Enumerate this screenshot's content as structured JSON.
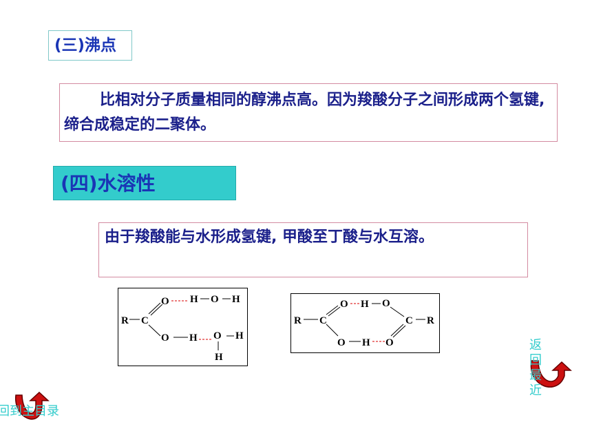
{
  "section3": {
    "title": "(三)沸点"
  },
  "para1": {
    "text": "比相对分子质量相同的醇沸点高。因为羧酸分子之间形成两个氢键, 缔合成稳定的二聚体。"
  },
  "section4": {
    "title": "(四)水溶性"
  },
  "para2": {
    "text": "由于羧酸能与水形成氢键, 甲酸至丁酸与水互溶。"
  },
  "diagram1": {
    "labels": [
      "R",
      "C",
      "O",
      "H",
      "O",
      "H",
      "O",
      "H",
      "O",
      "H",
      "H"
    ]
  },
  "diagram2": {
    "labels": [
      "R",
      "C",
      "O",
      "H",
      "O",
      "O",
      "H",
      "O",
      "C",
      "R"
    ]
  },
  "nav": {
    "back_to_menu": "回到主目录",
    "back_recent": "返回最近"
  },
  "colors": {
    "accent": "#33cccc",
    "text": "#1a1f8a",
    "hbond": "#e03030",
    "arrow": "#cc1111"
  }
}
